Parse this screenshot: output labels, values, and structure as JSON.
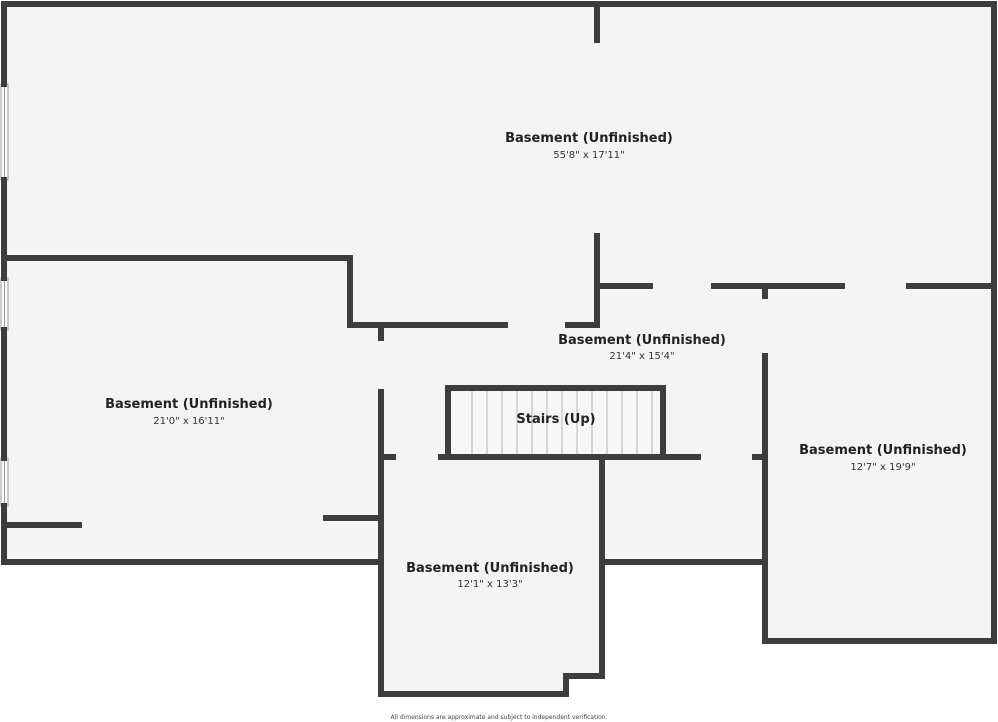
{
  "rooms": [
    {
      "name": "Basement (Unfinished)",
      "dims": "55'8\" x 17'11\""
    },
    {
      "name": "Basement (Unfinished)",
      "dims": "21'4\" x 15'4\""
    },
    {
      "name": "Basement (Unfinished)",
      "dims": "21'0\" x 16'11\""
    },
    {
      "name": "Stairs (Up)"
    },
    {
      "name": "Basement (Unfinished)",
      "dims": "12'7\" x 19'9\""
    },
    {
      "name": "Basement (Unfinished)",
      "dims": "12'1\" x 13'3\""
    }
  ],
  "footer": {
    "disclaimer": "All dimensions are approximate and subject to independent verification."
  },
  "colors": {
    "wall": "#3d3d3d",
    "floor": "#f4f4f4",
    "window": "#d9d9d9",
    "stair_line": "#b5b5b5"
  }
}
